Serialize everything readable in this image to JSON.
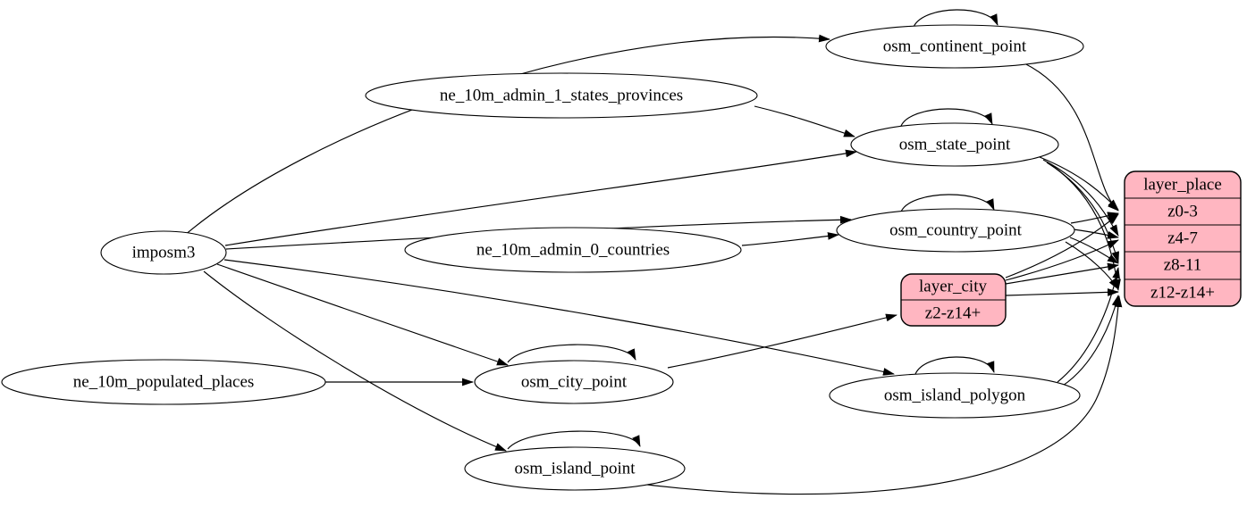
{
  "diagram": {
    "type": "etl-graph",
    "colors": {
      "background": "#ffffff",
      "table_node_fill": "#ffffff",
      "layer_node_fill": "#ffb6c1",
      "edge_stroke": "#000000",
      "text": "#000000"
    },
    "nodes": {
      "imposm3": {
        "label": "imposm3"
      },
      "ne_10m_admin_1_states_provinces": {
        "label": "ne_10m_admin_1_states_provinces"
      },
      "ne_10m_admin_0_countries": {
        "label": "ne_10m_admin_0_countries"
      },
      "ne_10m_populated_places": {
        "label": "ne_10m_populated_places"
      },
      "osm_continent_point": {
        "label": "osm_continent_point"
      },
      "osm_state_point": {
        "label": "osm_state_point"
      },
      "osm_country_point": {
        "label": "osm_country_point"
      },
      "osm_city_point": {
        "label": "osm_city_point"
      },
      "osm_island_polygon": {
        "label": "osm_island_polygon"
      },
      "osm_island_point": {
        "label": "osm_island_point"
      },
      "layer_city": {
        "title": "layer_city",
        "rows": [
          "z2-z14+"
        ]
      },
      "layer_place": {
        "title": "layer_place",
        "rows": [
          "z0-3",
          "z4-7",
          "z8-11",
          "z12-z14+"
        ]
      }
    },
    "edges": [
      {
        "from": "imposm3",
        "to": "osm_continent_point"
      },
      {
        "from": "imposm3",
        "to": "osm_state_point"
      },
      {
        "from": "imposm3",
        "to": "osm_country_point"
      },
      {
        "from": "imposm3",
        "to": "osm_city_point"
      },
      {
        "from": "imposm3",
        "to": "osm_island_polygon"
      },
      {
        "from": "imposm3",
        "to": "osm_island_point"
      },
      {
        "from": "ne_10m_admin_1_states_provinces",
        "to": "osm_state_point"
      },
      {
        "from": "ne_10m_admin_0_countries",
        "to": "osm_country_point"
      },
      {
        "from": "ne_10m_populated_places",
        "to": "osm_city_point"
      },
      {
        "from": "osm_continent_point",
        "to": "osm_continent_point"
      },
      {
        "from": "osm_state_point",
        "to": "osm_state_point"
      },
      {
        "from": "osm_country_point",
        "to": "osm_country_point"
      },
      {
        "from": "osm_city_point",
        "to": "osm_city_point"
      },
      {
        "from": "osm_island_polygon",
        "to": "osm_island_polygon"
      },
      {
        "from": "osm_island_point",
        "to": "osm_island_point"
      },
      {
        "from": "osm_continent_point",
        "to": "layer_place:z0-3"
      },
      {
        "from": "osm_state_point",
        "to": "layer_place:z0-3"
      },
      {
        "from": "osm_state_point",
        "to": "layer_place:z4-7"
      },
      {
        "from": "osm_state_point",
        "to": "layer_place:z8-11"
      },
      {
        "from": "osm_state_point",
        "to": "layer_place:z12-z14+"
      },
      {
        "from": "osm_country_point",
        "to": "layer_place:z0-3"
      },
      {
        "from": "osm_country_point",
        "to": "layer_place:z4-7"
      },
      {
        "from": "osm_country_point",
        "to": "layer_place:z8-11"
      },
      {
        "from": "osm_country_point",
        "to": "layer_place:z12-z14+"
      },
      {
        "from": "osm_city_point",
        "to": "layer_city:z2-z14+"
      },
      {
        "from": "layer_city",
        "to": "layer_place:z0-3"
      },
      {
        "from": "layer_city",
        "to": "layer_place:z4-7"
      },
      {
        "from": "layer_city",
        "to": "layer_place:z8-11"
      },
      {
        "from": "layer_city",
        "to": "layer_place:z12-z14+"
      },
      {
        "from": "osm_island_polygon",
        "to": "layer_place:z8-11"
      },
      {
        "from": "osm_island_polygon",
        "to": "layer_place:z12-z14+"
      },
      {
        "from": "osm_island_point",
        "to": "layer_place:z12-z14+"
      }
    ]
  }
}
